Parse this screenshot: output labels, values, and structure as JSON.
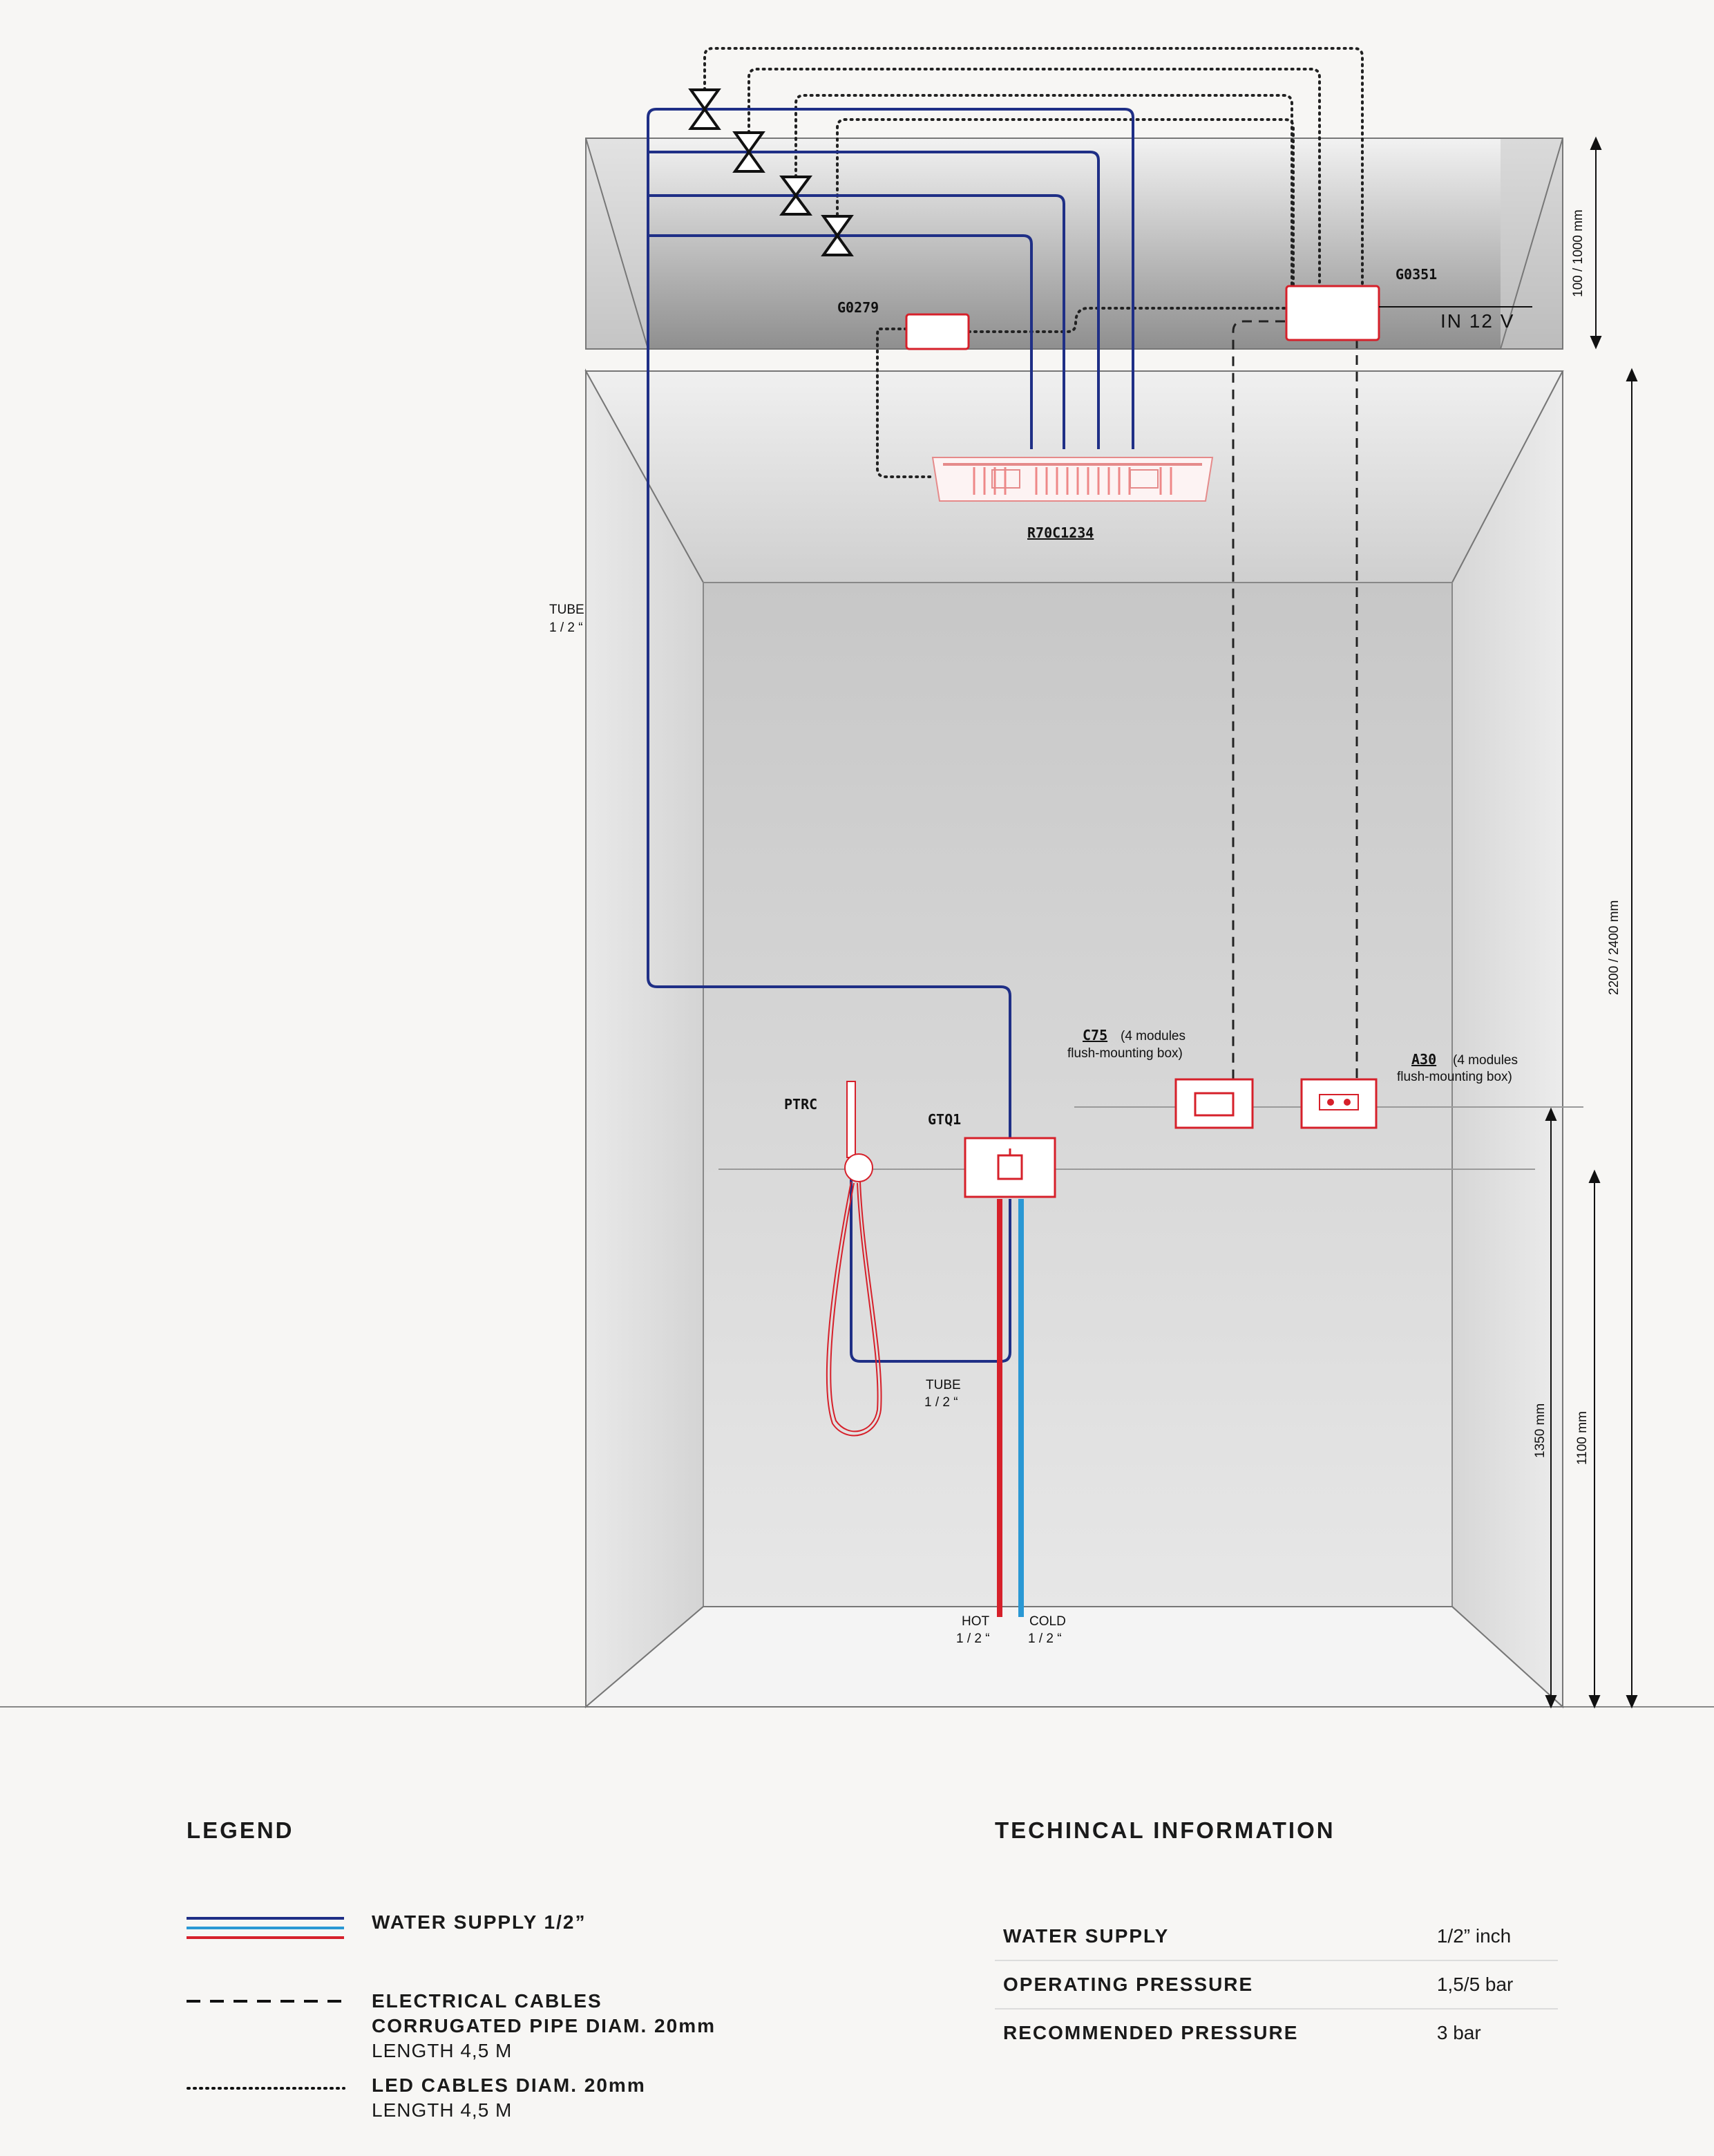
{
  "labels": {
    "g0279": "G0279",
    "g0351": "G0351",
    "in12v": "IN  12 V",
    "r70": "R70C1234",
    "tube_left_1": "TUBE",
    "tube_left_2": "1 / 2 “",
    "ptrc": "PTRC",
    "gtq1": "GTQ1",
    "c75_code": "C75",
    "c75_desc1": "(4 modules",
    "c75_desc2": "flush-mounting box)",
    "a30_code": "A30",
    "a30_desc1": "(4 modules",
    "a30_desc2": "flush-mounting box)",
    "tube_bottom_1": "TUBE",
    "tube_bottom_2": "1 / 2 “",
    "hot_1": "HOT",
    "hot_2": "1 / 2 “",
    "cold_1": "COLD",
    "cold_2": "1 / 2 “"
  },
  "dimensions": {
    "ceiling": "100 / 1000  mm",
    "height": "2200 / 2400  mm",
    "d1350": "1350 mm",
    "d1100": "1100  mm"
  },
  "legend": {
    "title": "LEGEND",
    "water": "WATER SUPPLY 1/2”",
    "elec_1": "ELECTRICAL CABLES",
    "elec_2": "CORRUGATED PIPE DIAM. 20mm",
    "elec_3": "LENGTH 4,5 M",
    "led_1": "LED CABLES DIAM. 20mm",
    "led_2": "LENGTH 4,5 M"
  },
  "tech": {
    "title": "TECHINCAL INFORMATION",
    "rows": [
      {
        "key": "WATER SUPPLY",
        "value": "1/2” inch"
      },
      {
        "key": "OPERATING PRESSURE",
        "value": "1,5/5 bar"
      },
      {
        "key": "RECOMMENDED PRESSURE",
        "value": "3 bar"
      }
    ]
  },
  "colors": {
    "water_blue": "#1f2f86",
    "hot_red": "#d6202a",
    "cold_blue": "#2a98d4",
    "device_red": "#d6202a"
  }
}
